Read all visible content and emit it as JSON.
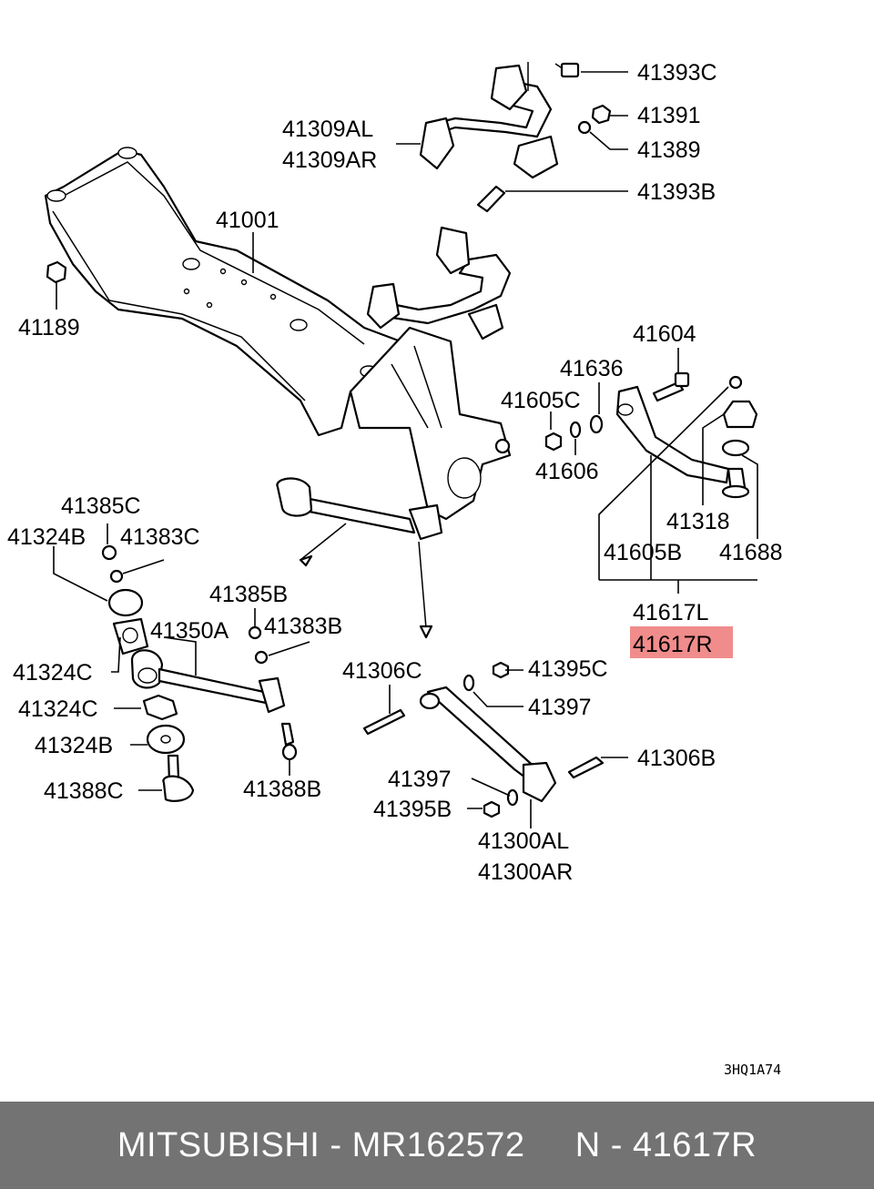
{
  "diagram": {
    "labels": {
      "l41393C": "41393C",
      "l41391": "41391",
      "l41389": "41389",
      "l41309AL": "41309AL",
      "l41309AR": "41309AR",
      "l41393B": "41393B",
      "l41001": "41001",
      "l41189": "41189",
      "l41604": "41604",
      "l41636": "41636",
      "l41605C": "41605C",
      "l41606": "41606",
      "l41318": "41318",
      "l41605B": "41605B",
      "l41688": "41688",
      "l41617L": "41617L",
      "l41617R": "41617R",
      "l41385C": "41385C",
      "l41324B_top": "41324B",
      "l41383C": "41383C",
      "l41385B": "41385B",
      "l41350A": "41350A",
      "l41383B": "41383B",
      "l41324C_top": "41324C",
      "l41324C_bot": "41324C",
      "l41324B_bot": "41324B",
      "l41388C": "41388C",
      "l41388B": "41388B",
      "l41306C": "41306C",
      "l41395C": "41395C",
      "l41397_top": "41397",
      "l41306B": "41306B",
      "l41397_bot": "41397",
      "l41395B": "41395B",
      "l41300AL": "41300AL",
      "l41300AR": "41300AR"
    },
    "code": "3HQ1A74",
    "highlight_color": "#f08c8c"
  },
  "footer": {
    "text": "MITSUBISHI - MR162572     N - 41617R",
    "background": "#737373"
  }
}
